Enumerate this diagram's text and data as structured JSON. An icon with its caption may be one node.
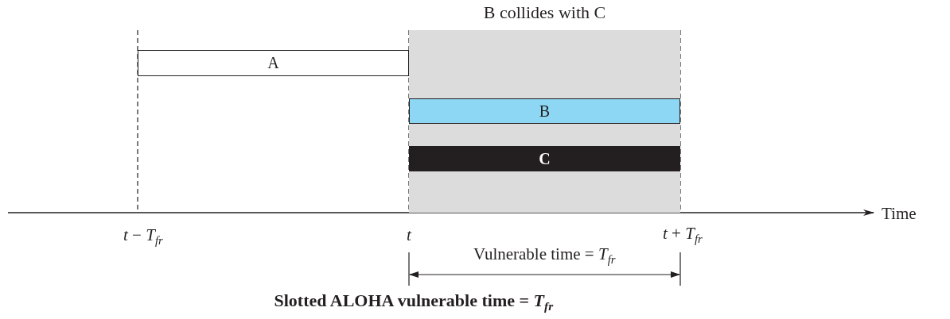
{
  "diagram": {
    "caption": "Slotted ALOHA vulnerable time = *T*$_{fr}$",
    "nodes": [
      {
        "text": [
          "B collides with C"
        ]
      },
      {
        "text": [
          "A"
        ]
      },
      {
        "text": [
          "B"
        ],
        "in": 0
      },
      {
        "text": [
          "C"
        ],
        "in": 0
      }
    ],
    "edges": [],
    "labels": [
      "Time",
      "*t* − *T*$_{fr}$",
      "*t*",
      "*t* + *T*$_{fr}$",
      "Vulnerable time = *T*$_{fr}$"
    ]
  }
}
